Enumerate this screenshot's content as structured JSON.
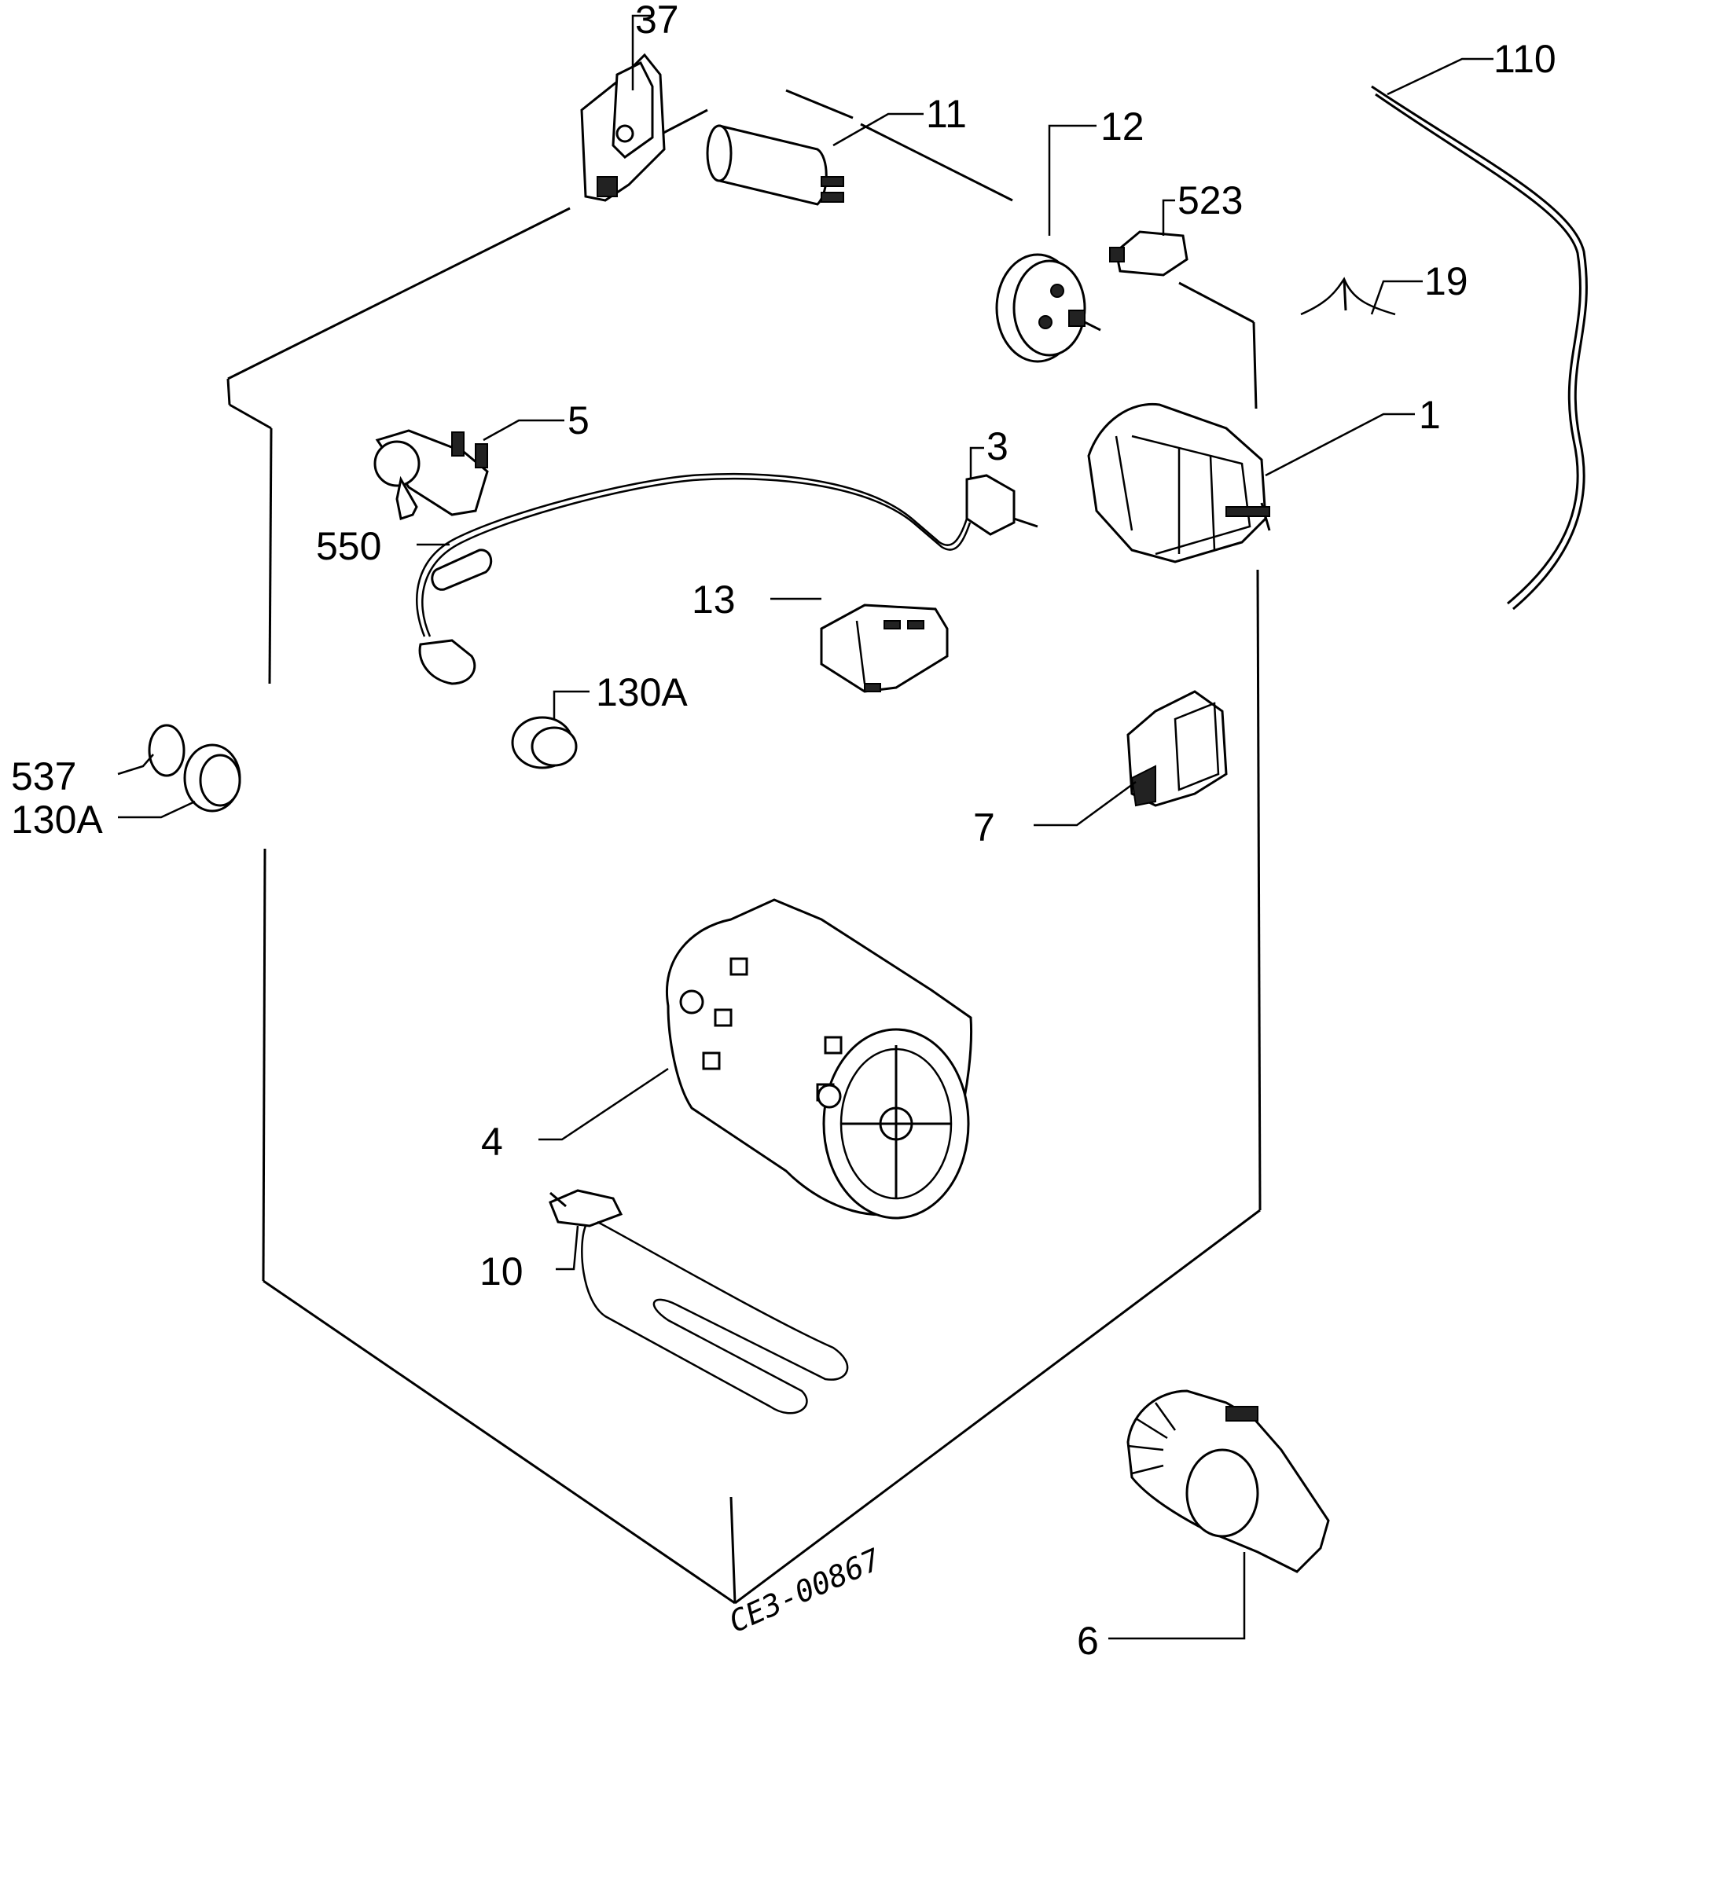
{
  "drawing_code": "CE3-00867",
  "labels": {
    "p37": "37",
    "p110": "110",
    "p11": "11",
    "p12": "12",
    "p523": "523",
    "p19": "19",
    "p5": "5",
    "p1": "1",
    "p3": "3",
    "p550": "550",
    "p13": "13",
    "p130a_inner": "130A",
    "p537": "537",
    "p130a_outer": "130A",
    "p7": "7",
    "p4": "4",
    "p10": "10",
    "p6": "6"
  }
}
